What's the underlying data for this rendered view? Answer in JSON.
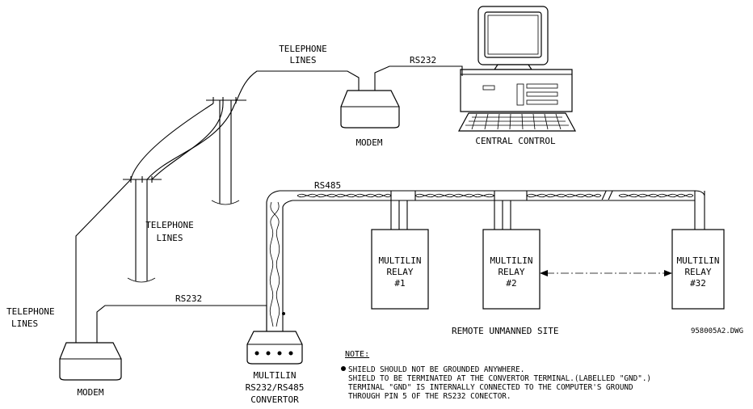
{
  "labels": {
    "telephone_lines_top": [
      "TELEPHONE",
      "LINES"
    ],
    "telephone_lines_mid": [
      "TELEPHONE",
      "LINES"
    ],
    "telephone_lines_left": [
      "TELEPHONE",
      "LINES"
    ],
    "rs232_top": "RS232",
    "rs232_bottom": "RS232",
    "rs485": "RS485",
    "modem_top": "MODEM",
    "modem_bottom": "MODEM",
    "central_control": "CENTRAL CONTROL",
    "remote_site": "REMOTE UNMANNED SITE",
    "drawing_id": "958005A2.DWG",
    "break_mark": "//"
  },
  "relays": [
    {
      "lines": [
        "MULTILIN",
        "RELAY",
        "#1"
      ]
    },
    {
      "lines": [
        "MULTILIN",
        "RELAY",
        "#2"
      ]
    },
    {
      "lines": [
        "MULTILIN",
        "RELAY",
        "#32"
      ]
    }
  ],
  "convertor": {
    "lines": [
      "MULTILIN",
      "RS232/RS485",
      "CONVERTOR"
    ]
  },
  "note": {
    "heading": "NOTE:",
    "lines": [
      "SHIELD SHOULD NOT BE GROUNDED ANYWHERE.",
      "SHIELD TO BE TERMINATED AT THE CONVERTOR TERMINAL.(LABELLED \"GND\".)",
      "TERMINAL \"GND\" IS INTERNALLY CONNECTED TO THE COMPUTER'S GROUND",
      "THROUGH PIN 5 OF THE RS232 CONECTOR."
    ]
  }
}
